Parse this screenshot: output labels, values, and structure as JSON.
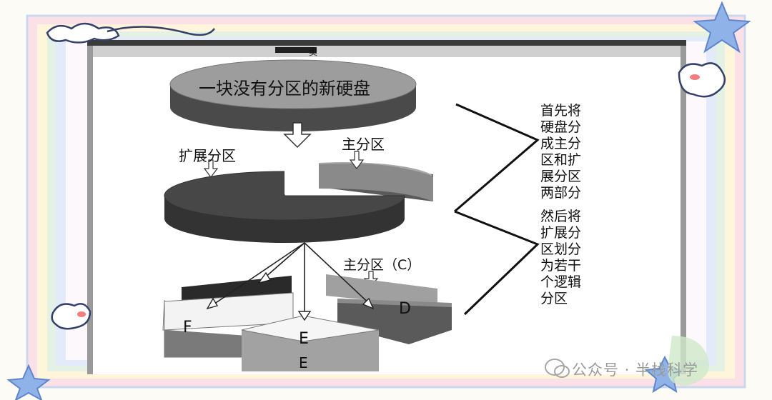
{
  "disk_title": "一块没有分区的新硬盘",
  "top_mark": "卖",
  "label_extended": "扩展分区",
  "label_primary": "主分区",
  "label_primary_c": "主分区（C）",
  "logical": {
    "d": "D",
    "e": "E",
    "e2": "E",
    "f": "F"
  },
  "note_1": "首先将\n硬盘分\n成主分\n区和扩\n展分区\n两部分",
  "note_2": "然后将\n扩展分\n区划分\n为若干\n个逻辑\n分区",
  "watermark": "公众号 · 半栈科学",
  "colors": {
    "frame_outer": "#c9d8ef",
    "frame_stripes": [
      "#fde4ea",
      "#fff6dc",
      "#e4f3e6",
      "#e2ecfb"
    ],
    "disk_light": "#9c9c9c",
    "disk_dark": "#474747",
    "disk_gray": "#6e6e6e",
    "star": "#8fb2e8"
  }
}
